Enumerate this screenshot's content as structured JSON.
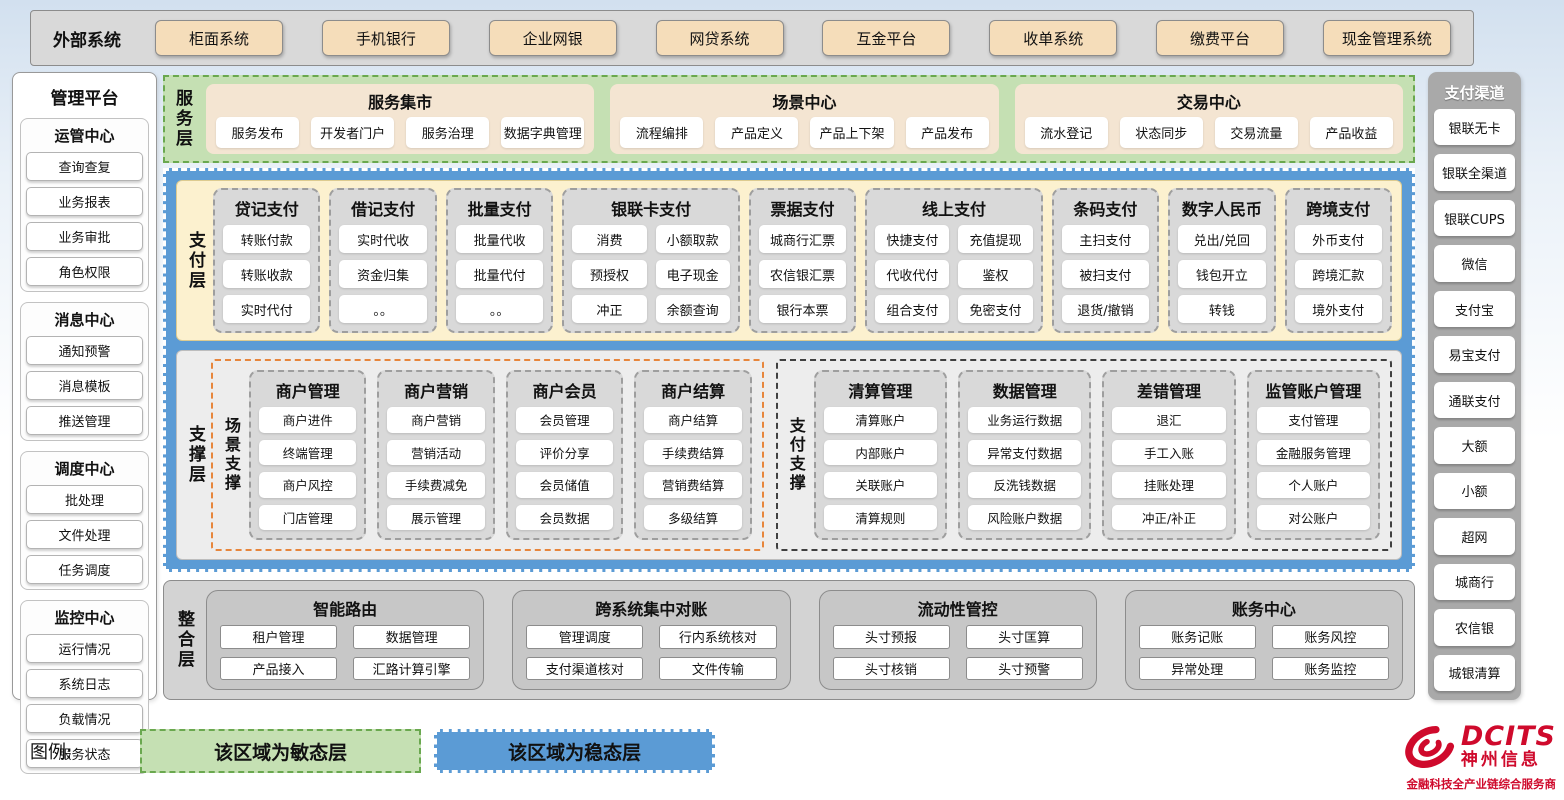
{
  "external": {
    "label": "外部系统",
    "systems": [
      "柜面系统",
      "手机银行",
      "企业网银",
      "网贷系统",
      "互金平台",
      "收单系统",
      "缴费平台",
      "现金管理系统"
    ]
  },
  "management": {
    "title": "管理平台",
    "sections": [
      {
        "title": "运管中心",
        "items": [
          "查询查复",
          "业务报表",
          "业务审批",
          "角色权限"
        ]
      },
      {
        "title": "消息中心",
        "items": [
          "通知预警",
          "消息模板",
          "推送管理"
        ]
      },
      {
        "title": "调度中心",
        "items": [
          "批处理",
          "文件处理",
          "任务调度"
        ]
      },
      {
        "title": "监控中心",
        "items": [
          "运行情况",
          "系统日志",
          "负载情况",
          "服务状态"
        ]
      }
    ]
  },
  "service_layer": {
    "label": "服务层",
    "panels": [
      {
        "title": "服务集市",
        "items": [
          "服务发布",
          "开发者门户",
          "服务治理",
          "数据字典管理"
        ]
      },
      {
        "title": "场景中心",
        "items": [
          "流程编排",
          "产品定义",
          "产品上下架",
          "产品发布"
        ]
      },
      {
        "title": "交易中心",
        "items": [
          "流水登记",
          "状态同步",
          "交易流量",
          "产品收益"
        ]
      }
    ]
  },
  "payment_layer": {
    "label": "支付层",
    "groups": [
      {
        "title": "贷记支付",
        "cols": 1,
        "items": [
          "转账付款",
          "转账收款",
          "实时代付"
        ]
      },
      {
        "title": "借记支付",
        "cols": 1,
        "items": [
          "实时代收",
          "资金归集",
          "。。"
        ]
      },
      {
        "title": "批量支付",
        "cols": 1,
        "items": [
          "批量代收",
          "批量代付",
          "。。"
        ]
      },
      {
        "title": "银联卡支付",
        "cols": 2,
        "items": [
          "消费",
          "小额取款",
          "预授权",
          "电子现金",
          "冲正",
          "余额查询"
        ]
      },
      {
        "title": "票据支付",
        "cols": 1,
        "items": [
          "城商行汇票",
          "农信银汇票",
          "银行本票"
        ]
      },
      {
        "title": "线上支付",
        "cols": 2,
        "items": [
          "快捷支付",
          "充值提现",
          "代收代付",
          "鉴权",
          "组合支付",
          "免密支付"
        ]
      },
      {
        "title": "条码支付",
        "cols": 1,
        "items": [
          "主扫支付",
          "被扫支付",
          "退货/撤销"
        ]
      },
      {
        "title": "数字人民币",
        "cols": 1,
        "items": [
          "兑出/兑回",
          "钱包开立",
          "转钱"
        ]
      },
      {
        "title": "跨境支付",
        "cols": 1,
        "items": [
          "外币支付",
          "跨境汇款",
          "境外支付"
        ]
      }
    ]
  },
  "support_layer": {
    "label": "支撑层",
    "regions": [
      {
        "label": "场景支撑",
        "style": "orange",
        "groups": [
          {
            "title": "商户管理",
            "items": [
              "商户进件",
              "终端管理",
              "商户风控",
              "门店管理"
            ]
          },
          {
            "title": "商户营销",
            "items": [
              "商户营销",
              "营销活动",
              "手续费减免",
              "展示管理"
            ]
          },
          {
            "title": "商户会员",
            "items": [
              "会员管理",
              "评价分享",
              "会员储值",
              "会员数据"
            ]
          },
          {
            "title": "商户结算",
            "items": [
              "商户结算",
              "手续费结算",
              "营销费结算",
              "多级结算"
            ]
          }
        ]
      },
      {
        "label": "支付支撑",
        "style": "dark",
        "groups": [
          {
            "title": "清算管理",
            "items": [
              "清算账户",
              "内部账户",
              "关联账户",
              "清算规则"
            ]
          },
          {
            "title": "数据管理",
            "items": [
              "业务运行数据",
              "异常支付数据",
              "反洗钱数据",
              "风险账户数据"
            ]
          },
          {
            "title": "差错管理",
            "items": [
              "退汇",
              "手工入账",
              "挂账处理",
              "冲正/补正"
            ]
          },
          {
            "title": "监管账户管理",
            "items": [
              "支付管理",
              "金融服务管理",
              "个人账户",
              "对公账户"
            ]
          }
        ]
      }
    ]
  },
  "integration_layer": {
    "label": "整合层",
    "groups": [
      {
        "title": "智能路由",
        "items": [
          "租户管理",
          "数据管理",
          "产品接入",
          "汇路计算引擎"
        ]
      },
      {
        "title": "跨系统集中对账",
        "items": [
          "管理调度",
          "行内系统核对",
          "支付渠道核对",
          "文件传输"
        ]
      },
      {
        "title": "流动性管控",
        "items": [
          "头寸预报",
          "头寸匡算",
          "头寸核销",
          "头寸预警"
        ]
      },
      {
        "title": "账务中心",
        "items": [
          "账务记账",
          "账务风控",
          "异常处理",
          "账务监控"
        ]
      }
    ]
  },
  "channels": {
    "title": "支付渠道",
    "items": [
      "银联无卡",
      "银联全渠道",
      "银联CUPS",
      "微信",
      "支付宝",
      "易宝支付",
      "通联支付",
      "大额",
      "小额",
      "超网",
      "城商行",
      "农信银",
      "城银清算"
    ]
  },
  "legend": {
    "label": "图例:",
    "agile_label": "该区域为敏态层",
    "stable_label": "该区域为稳态层"
  },
  "logo": {
    "brand": "DCITS",
    "company": "神州信息",
    "tagline": "金融科技全产业链综合服务商"
  },
  "colors": {
    "agile_green": "#c5e0b3",
    "stable_blue": "#5b9bd5",
    "wheat_button": "#f5ddba",
    "tan_panel": "#f4e5d2",
    "payment_yellow": "#fcf1cf",
    "brand_red": "#cf0a2c"
  }
}
